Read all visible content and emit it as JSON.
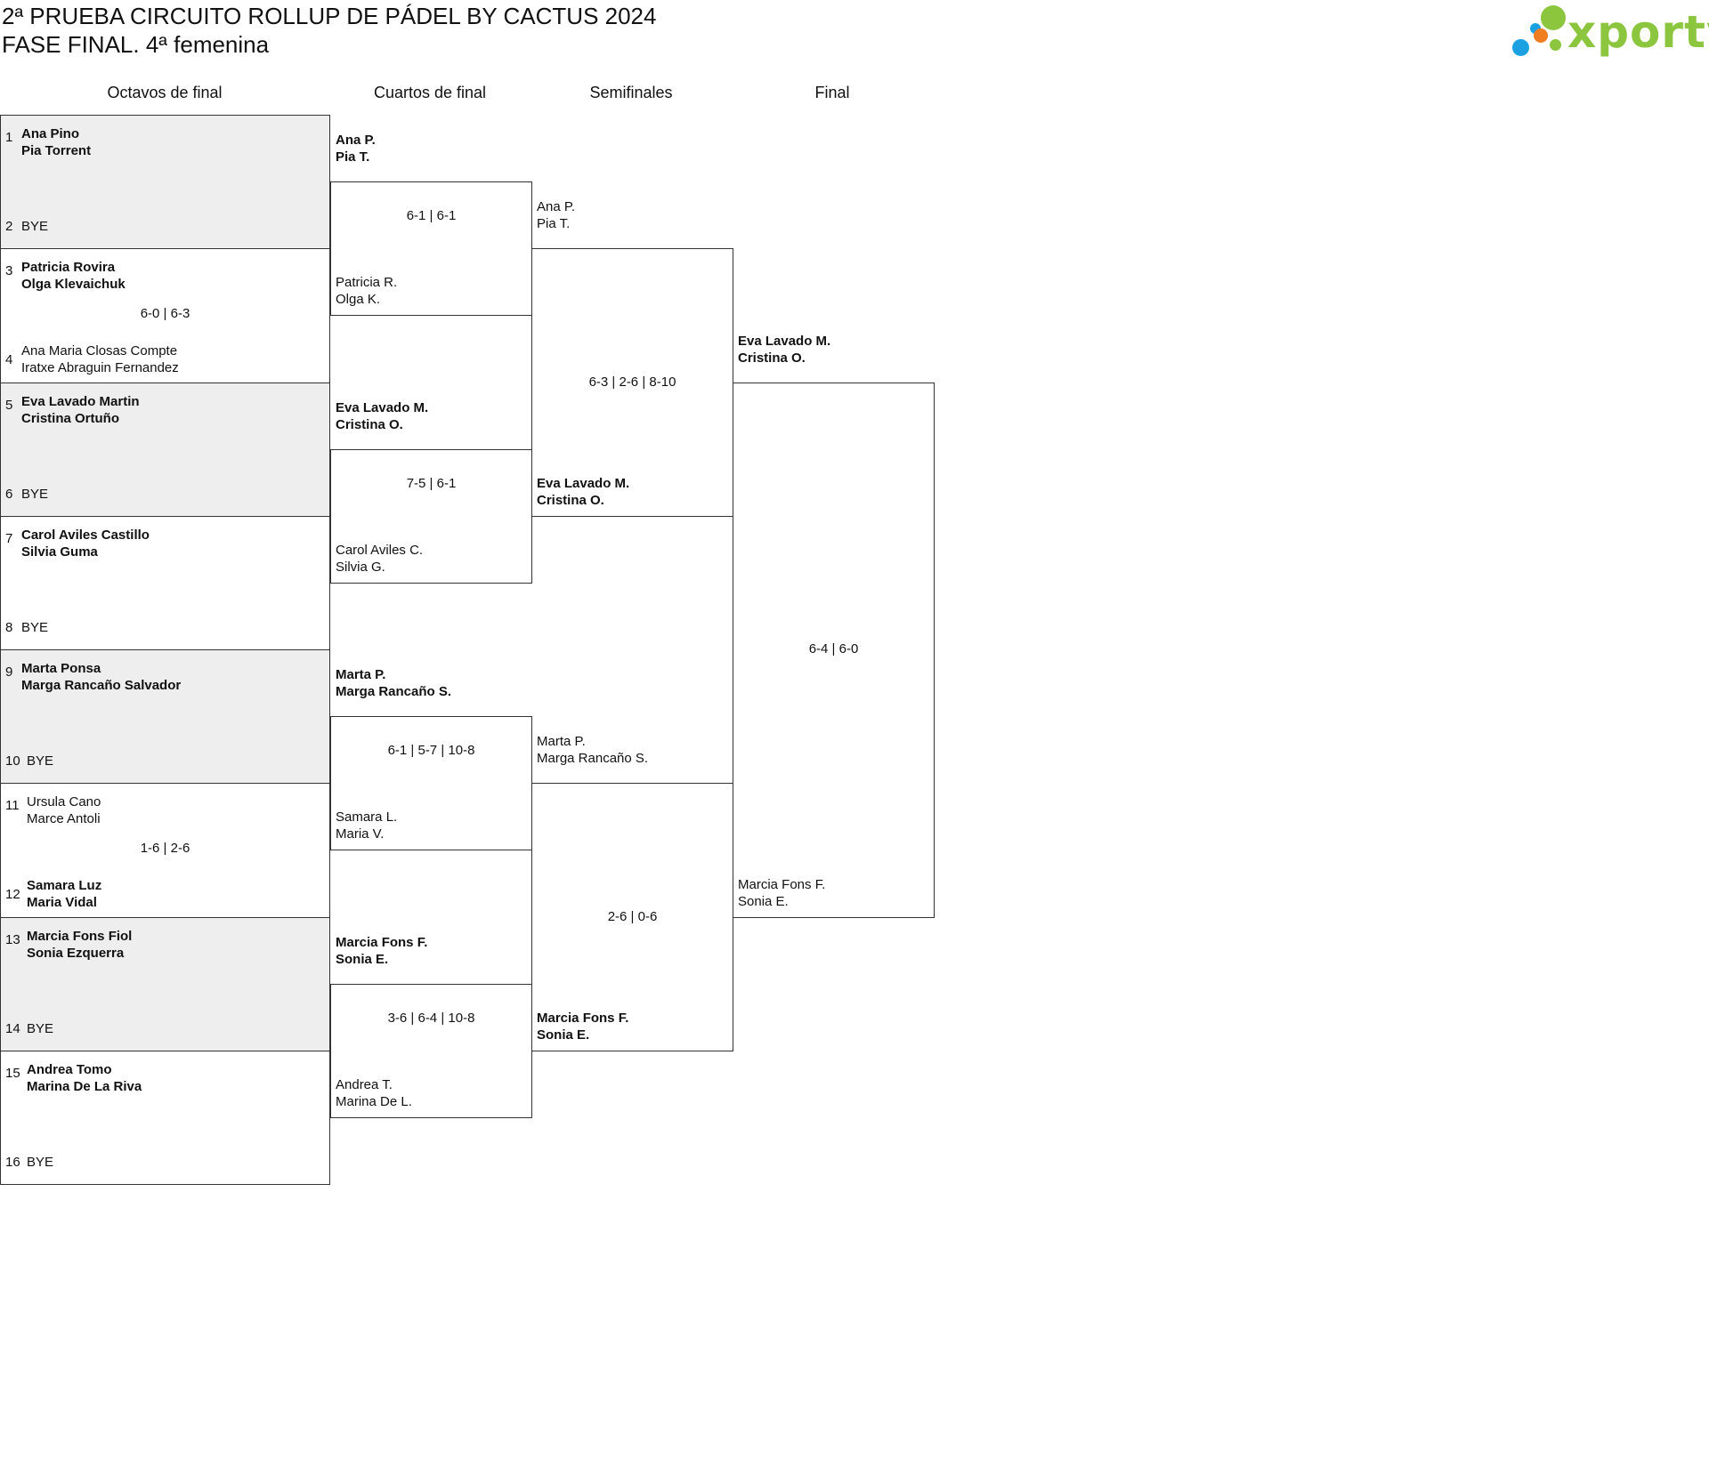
{
  "title": {
    "line1": "2ª PRUEBA CIRCUITO ROLLUP DE PÁDEL BY CACTUS 2024",
    "line2": "FASE FINAL. 4ª femenina"
  },
  "logo": {
    "text": "xporty",
    "colors": [
      "#1ba1e2",
      "#f07d20",
      "#8cc63f"
    ]
  },
  "rounds": [
    "Octavos de final",
    "Cuartos de final",
    "Semifinales",
    "Final"
  ],
  "r16": {
    "matches": [
      {
        "a": {
          "seed": "1",
          "p1": "Ana Pino",
          "p2": "Pia Torrent",
          "win": true
        },
        "b": {
          "seed": "2",
          "p1": "BYE",
          "p2": ""
        },
        "score": "",
        "shaded": true
      },
      {
        "a": {
          "seed": "3",
          "p1": "Patricia Rovira",
          "p2": "Olga Klevaichuk",
          "win": true
        },
        "b": {
          "seed": "4",
          "p1": "Ana Maria Closas Compte",
          "p2": "Iratxe Abraguin Fernandez"
        },
        "score": "6-0 | 6-3",
        "shaded": false
      },
      {
        "a": {
          "seed": "5",
          "p1": "Eva Lavado Martin",
          "p2": "Cristina Ortuño",
          "win": true
        },
        "b": {
          "seed": "6",
          "p1": "BYE",
          "p2": ""
        },
        "score": "",
        "shaded": true
      },
      {
        "a": {
          "seed": "7",
          "p1": "Carol Aviles Castillo",
          "p2": "Silvia Guma",
          "win": true
        },
        "b": {
          "seed": "8",
          "p1": "BYE",
          "p2": ""
        },
        "score": "",
        "shaded": false
      },
      {
        "a": {
          "seed": "9",
          "p1": "Marta Ponsa",
          "p2": "Marga Rancaño Salvador",
          "win": true
        },
        "b": {
          "seed": "10",
          "p1": "BYE",
          "p2": ""
        },
        "score": "",
        "shaded": true
      },
      {
        "a": {
          "seed": "11",
          "p1": "Ursula Cano",
          "p2": "Marce Antoli"
        },
        "b": {
          "seed": "12",
          "p1": "Samara Luz",
          "p2": "Maria Vidal",
          "win": true
        },
        "score": "1-6 | 2-6",
        "shaded": false
      },
      {
        "a": {
          "seed": "13",
          "p1": "Marcia Fons Fiol",
          "p2": "Sonia Ezquerra",
          "win": true
        },
        "b": {
          "seed": "14",
          "p1": "BYE",
          "p2": ""
        },
        "score": "",
        "shaded": true
      },
      {
        "a": {
          "seed": "15",
          "p1": "Andrea Tomo",
          "p2": "Marina De La Riva",
          "win": true
        },
        "b": {
          "seed": "16",
          "p1": "BYE",
          "p2": ""
        },
        "score": "",
        "shaded": false
      }
    ]
  },
  "qf": {
    "matches": [
      {
        "a": {
          "p1": "Ana P.",
          "p2": "Pia T.",
          "win": true
        },
        "b": {
          "p1": "Patricia R.",
          "p2": "Olga K."
        },
        "score": "6-1 | 6-1"
      },
      {
        "a": {
          "p1": "Eva Lavado M.",
          "p2": "Cristina O.",
          "win": true
        },
        "b": {
          "p1": "Carol Aviles C.",
          "p2": "Silvia G."
        },
        "score": "7-5 | 6-1"
      },
      {
        "a": {
          "p1": "Marta P.",
          "p2": "Marga Rancaño S.",
          "win": true
        },
        "b": {
          "p1": "Samara L.",
          "p2": "Maria V."
        },
        "score": "6-1 | 5-7 | 10-8"
      },
      {
        "a": {
          "p1": "Marcia Fons F.",
          "p2": "Sonia E.",
          "win": true
        },
        "b": {
          "p1": "Andrea T.",
          "p2": "Marina De L."
        },
        "score": "3-6 | 6-4 | 10-8"
      }
    ]
  },
  "sf": {
    "matches": [
      {
        "a": {
          "p1": "Ana P.",
          "p2": "Pia T."
        },
        "b": {
          "p1": "Eva Lavado M.",
          "p2": "Cristina O.",
          "win": true
        },
        "score": "6-3 | 2-6 | 8-10"
      },
      {
        "a": {
          "p1": "Marta P.",
          "p2": "Marga Rancaño S."
        },
        "b": {
          "p1": "Marcia Fons F.",
          "p2": "Sonia E.",
          "win": true
        },
        "score": "2-6 | 0-6"
      }
    ]
  },
  "final": {
    "matches": [
      {
        "a": {
          "p1": "Eva Lavado M.",
          "p2": "Cristina O.",
          "win": true
        },
        "b": {
          "p1": "Marcia Fons F.",
          "p2": "Sonia E."
        },
        "score": "6-4 | 6-0"
      }
    ]
  }
}
